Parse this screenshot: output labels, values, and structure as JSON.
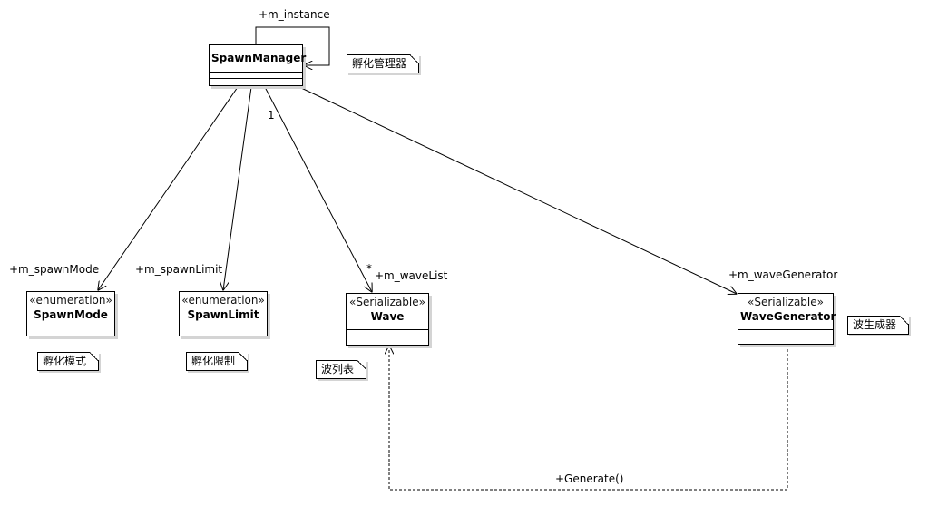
{
  "classes": {
    "spawn_manager": {
      "name": "SpawnManager"
    },
    "spawn_mode": {
      "stereotype": "«enumeration»",
      "name": "SpawnMode"
    },
    "spawn_limit": {
      "stereotype": "«enumeration»",
      "name": "SpawnLimit"
    },
    "wave": {
      "stereotype": "«Serializable»",
      "name": "Wave"
    },
    "wave_generator": {
      "stereotype": "«Serializable»",
      "name": "WaveGenerator"
    }
  },
  "notes": {
    "spawn_manager": "孵化管理器",
    "spawn_mode": "孵化模式",
    "spawn_limit": "孵化限制",
    "wave": "波列表",
    "wave_generator": "波生成器"
  },
  "roles": {
    "instance": "+m_instance",
    "spawn_mode": "+m_spawnMode",
    "spawn_limit": "+m_spawnLimit",
    "wave_list": "+m_waveList",
    "wave_generator": "+m_waveGenerator",
    "generate": "+Generate()"
  },
  "multiplicity": {
    "source": "1",
    "target": "*"
  }
}
